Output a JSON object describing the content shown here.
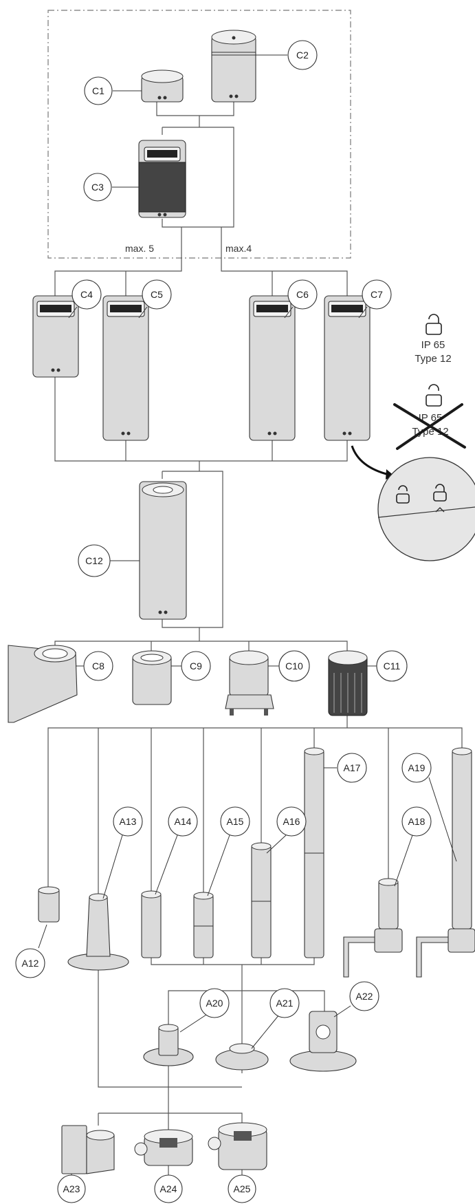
{
  "callouts": {
    "C1": "C1",
    "C2": "C2",
    "C3": "C3",
    "C4": "C4",
    "C5": "C5",
    "C6": "C6",
    "C7": "C7",
    "C8": "C8",
    "C9": "C9",
    "C10": "C10",
    "C11": "C11",
    "C12": "C12",
    "A12": "A12",
    "A13": "A13",
    "A14": "A14",
    "A15": "A15",
    "A16": "A16",
    "A17": "A17",
    "A18": "A18",
    "A19": "A19",
    "A20": "A20",
    "A21": "A21",
    "A22": "A22",
    "A23": "A23",
    "A24": "A24",
    "A25": "A25"
  },
  "labels": {
    "max_left": "max. 5",
    "max_right": "max.4",
    "ip_ok": "IP 65",
    "type_ok": "Type 12",
    "ip_crossed": "IP 65",
    "type_crossed": "Type 12"
  },
  "icons": {
    "lock_closed": "lock-closed-icon",
    "lock_open": "lock-open-icon",
    "cross_out": "cross-out-icon"
  }
}
